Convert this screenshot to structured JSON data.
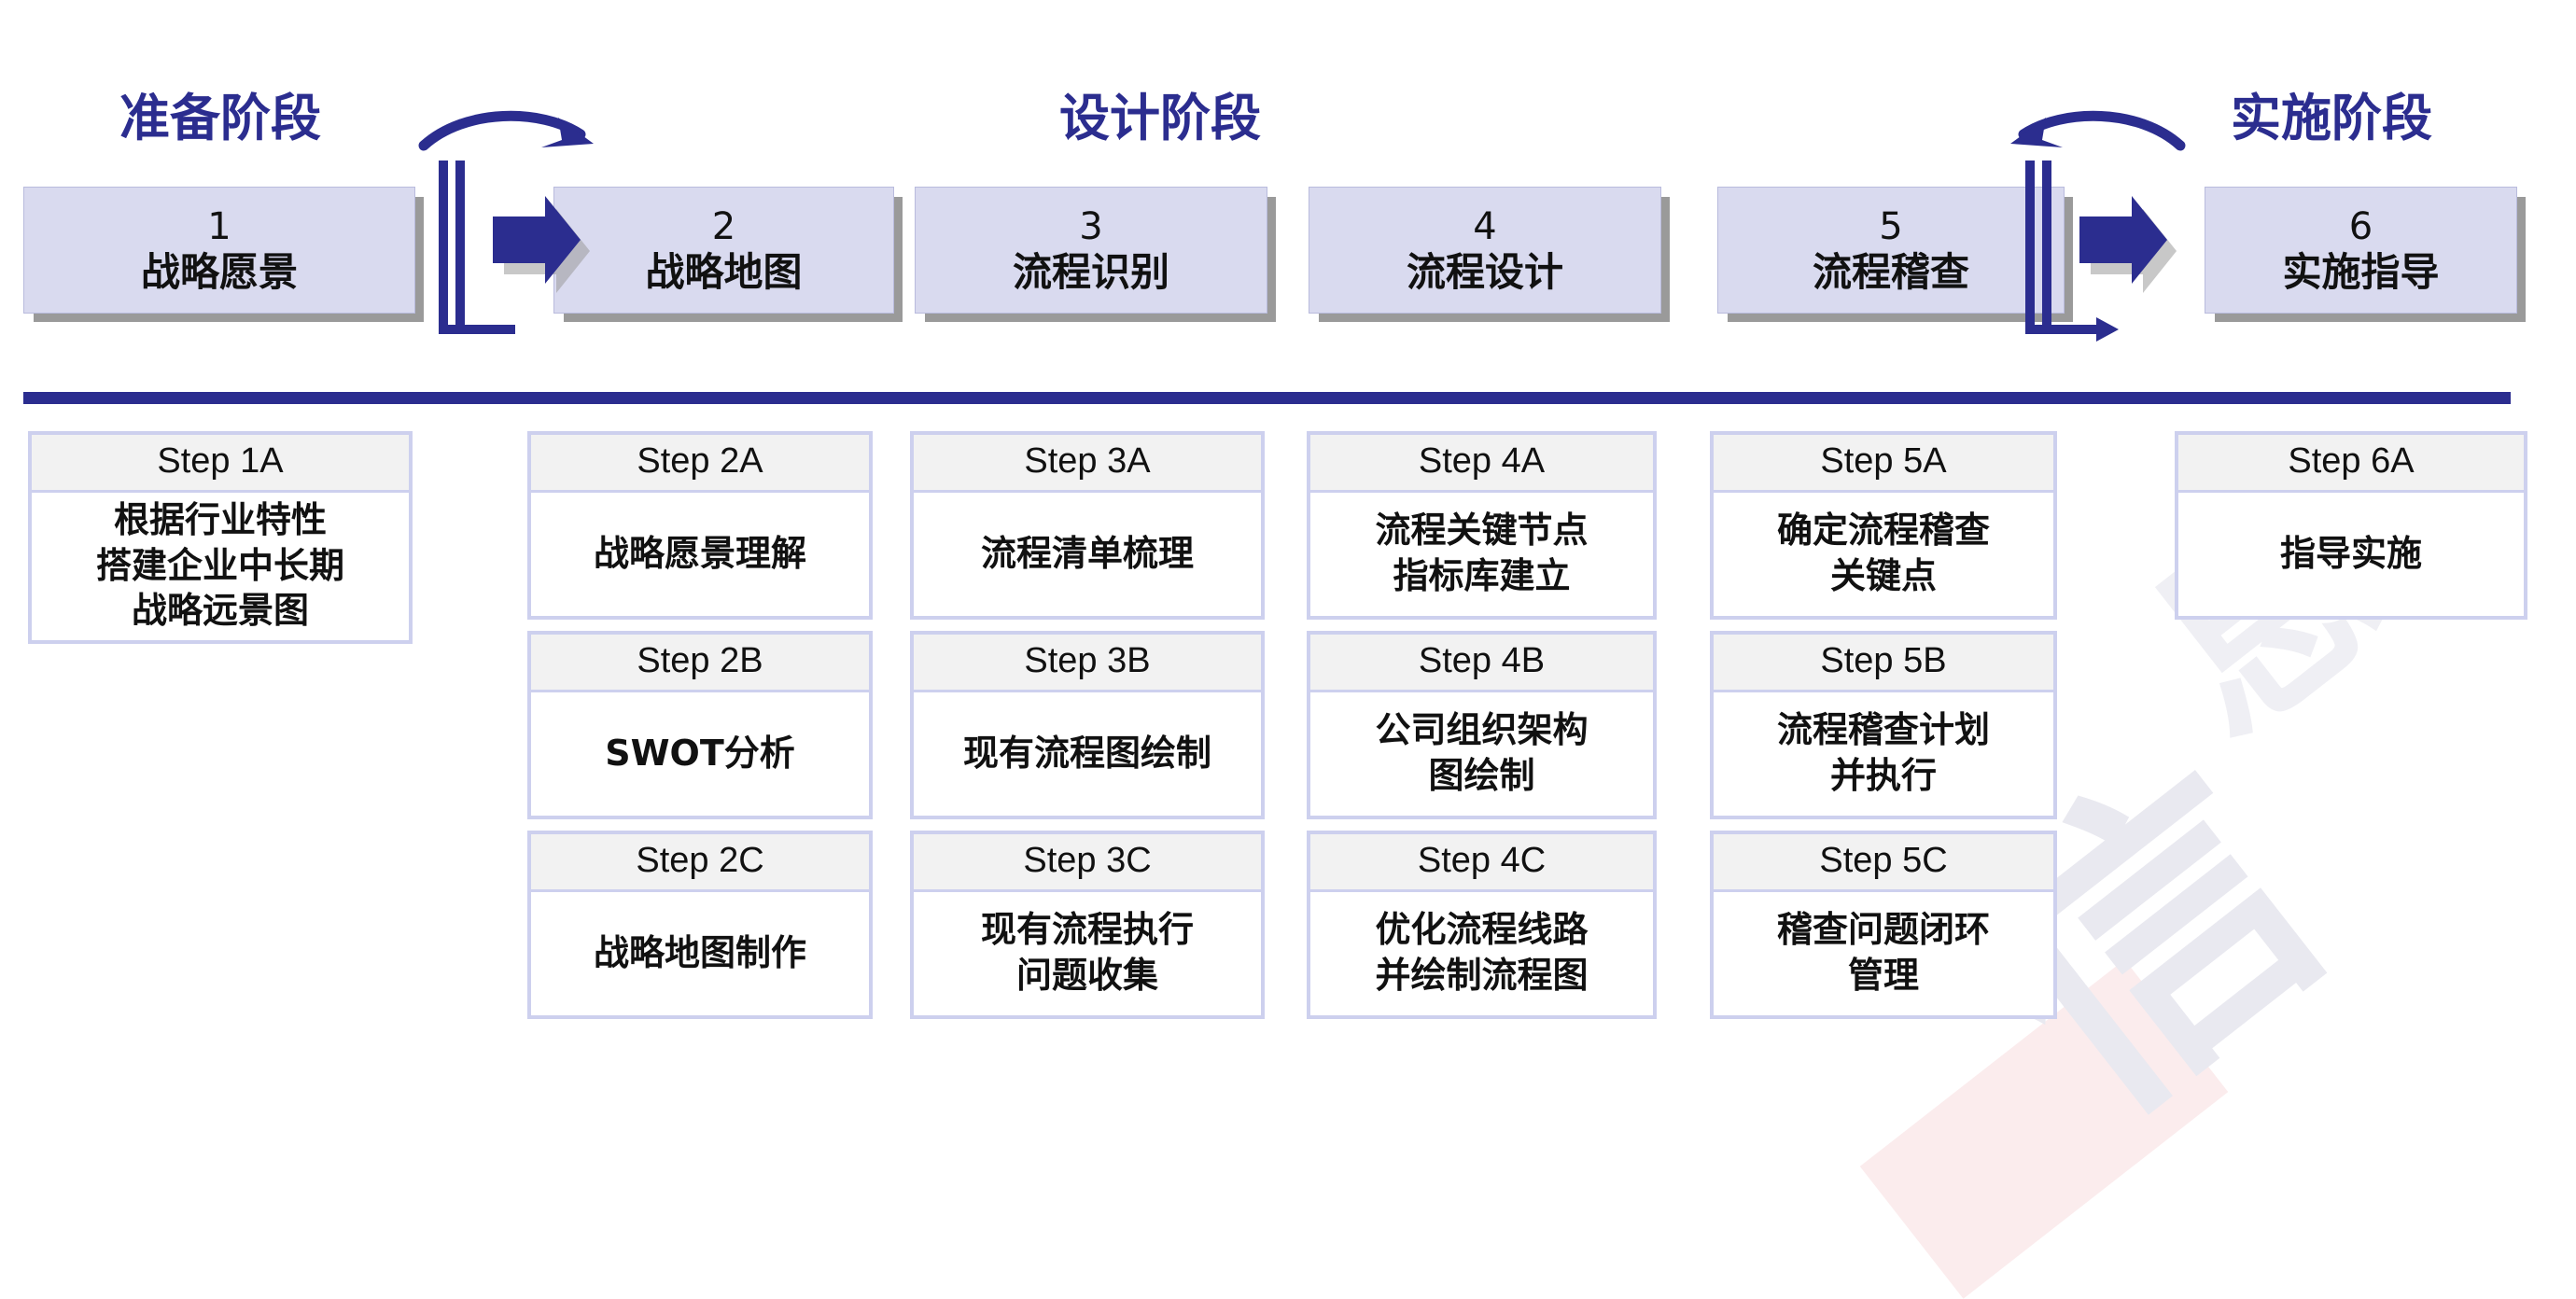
{
  "phases": [
    {
      "id": "prepare",
      "label": "准备阶段"
    },
    {
      "id": "design",
      "label": "设计阶段"
    },
    {
      "id": "implement",
      "label": "实施阶段"
    }
  ],
  "stages": [
    {
      "num": "1",
      "label": "战略愿景"
    },
    {
      "num": "2",
      "label": "战略地图"
    },
    {
      "num": "3",
      "label": "流程识别"
    },
    {
      "num": "4",
      "label": "流程设计"
    },
    {
      "num": "5",
      "label": "流程稽查"
    },
    {
      "num": "6",
      "label": "实施指导"
    }
  ],
  "separators": [
    {
      "id": "left",
      "curve_direction": "right",
      "arrow_direction": "right"
    },
    {
      "id": "right",
      "curve_direction": "left",
      "arrow_direction": "right"
    }
  ],
  "columns": [
    {
      "id": "col-1",
      "cards": [
        {
          "head": "Step 1A",
          "body": "根据行业特性\n搭建企业中长期\n战略远景图",
          "lines": 3
        }
      ]
    },
    {
      "id": "col-2",
      "cards": [
        {
          "head": "Step 2A",
          "body": "战略愿景理解",
          "lines": 1
        },
        {
          "head": "Step 2B",
          "body": "SWOT分析",
          "lines": 1
        },
        {
          "head": "Step 2C",
          "body": "战略地图制作",
          "lines": 1
        }
      ]
    },
    {
      "id": "col-3",
      "cards": [
        {
          "head": "Step 3A",
          "body": "流程清单梳理",
          "lines": 1
        },
        {
          "head": "Step 3B",
          "body": "现有流程图绘制",
          "lines": 1
        },
        {
          "head": "Step 3C",
          "body": "现有流程执行\n问题收集",
          "lines": 2
        }
      ]
    },
    {
      "id": "col-4",
      "cards": [
        {
          "head": "Step 4A",
          "body": "流程关键节点\n指标库建立",
          "lines": 2
        },
        {
          "head": "Step 4B",
          "body": "公司组织架构\n图绘制",
          "lines": 2
        },
        {
          "head": "Step 4C",
          "body": "优化流程线路\n并绘制流程图",
          "lines": 2
        }
      ]
    },
    {
      "id": "col-5",
      "cards": [
        {
          "head": "Step 5A",
          "body": "确定流程稽查\n关键点",
          "lines": 2
        },
        {
          "head": "Step 5B",
          "body": "流程稽查计划\n并执行",
          "lines": 2
        },
        {
          "head": "Step 5C",
          "body": "稽查问题闭环\n管理",
          "lines": 2
        }
      ]
    },
    {
      "id": "col-6",
      "cards": [
        {
          "head": "Step 6A",
          "body": "指导实施",
          "lines": 1
        }
      ]
    }
  ],
  "colors": {
    "accent": "#2b2d8f",
    "stage_fill": "#d9daef",
    "stage_border": "#b9bbdd",
    "stage_shadow": "#9a9a9a",
    "card_border": "#cdd0ee",
    "card_head_fill": "#f2f2f2",
    "divider": "#2b2d8f"
  },
  "watermark": {
    "glyph_a": "信",
    "glyph_b": "息"
  }
}
